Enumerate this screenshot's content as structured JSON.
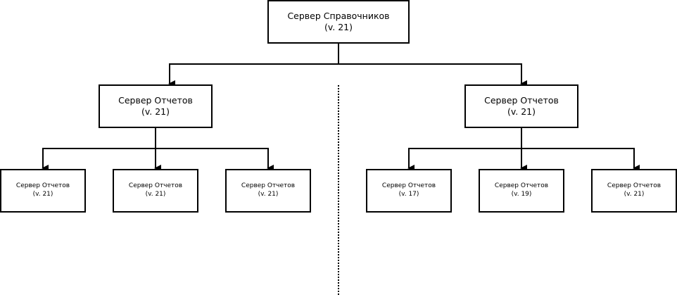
{
  "diagram": {
    "root": {
      "title": "Сервер Справочников",
      "version": "(v. 21)"
    },
    "groups": [
      {
        "node": {
          "title": "Сервер Отчетов",
          "version": "(v. 21)"
        },
        "children": [
          {
            "title": "Сервер Отчетов",
            "version": "(v. 21)"
          },
          {
            "title": "Сервер Отчетов",
            "version": "(v. 21)"
          },
          {
            "title": "Сервер Отчетов",
            "version": "(v. 21)"
          }
        ]
      },
      {
        "node": {
          "title": "Сервер Отчетов",
          "version": "(v. 21)"
        },
        "children": [
          {
            "title": "Сервер Отчетов",
            "version": "(v. 17)"
          },
          {
            "title": "Сервер Отчетов",
            "version": "(v. 19)"
          },
          {
            "title": "Сервер Отчетов",
            "version": "(v. 21)"
          }
        ]
      }
    ],
    "colors": {
      "stroke": "#000000",
      "background": "#ffffff"
    }
  }
}
